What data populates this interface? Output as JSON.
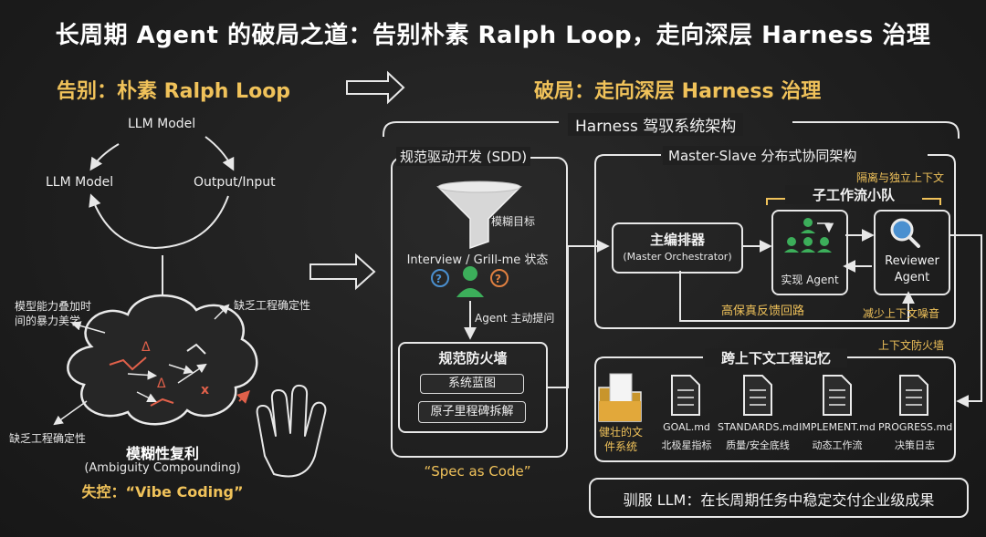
{
  "title": "长周期 Agent 的破局之道：告别朴素 Ralph Loop，走向深层 Harness 治理",
  "left": {
    "heading": "告别：朴素 Ralph Loop",
    "loop_top": "LLM Model",
    "loop_left": "LLM Model",
    "loop_right": "Output/Input",
    "note_left_top": "模型能力叠加时\n间的暴力美学",
    "note_right_top": "缺乏工程确定性",
    "note_left_bottom": "缺乏工程确定性",
    "cloud_title": "模糊性复利",
    "cloud_subtitle": "(Ambiguity Compounding)",
    "cloud_footer": "失控：“Vibe Coding”"
  },
  "right": {
    "heading": "破局：走向深层 Harness 治理",
    "frame_title": "Harness 驾驭系统架构",
    "sdd": {
      "title": "规范驱动开发 (SDD)",
      "funnel_label": "模糊目标",
      "interview": "Interview / Grill-me 状态",
      "ask": "Agent 主动提问",
      "firewall_title": "规范防火墙",
      "chip1": "系统蓝图",
      "chip2": "原子里程碑拆解",
      "footer": "“Spec as Code”"
    },
    "ms": {
      "title": "Master-Slave 分布式协同架构",
      "isolation": "隔离与独立上下文",
      "team": "子工作流小队",
      "orchestrator": "主编排器",
      "orchestrator_en": "(Master Orchestrator)",
      "impl": "实现 Agent",
      "reviewer": "Reviewer\nAgent",
      "feedback": "高保真反馈回路",
      "noise": "减少上下文噪音",
      "firewall": "上下文防火墙"
    },
    "memory": {
      "title": "跨上下文工程记忆",
      "folder_label": "健壮的文\n件系统",
      "files": [
        {
          "name": "GOAL.md",
          "desc": "北极星指标"
        },
        {
          "name": "STANDARDS.md",
          "desc": "质量/安全底线"
        },
        {
          "name": "IMPLEMENT.md",
          "desc": "动态工作流"
        },
        {
          "name": "PROGRESS.md",
          "desc": "决策日志"
        }
      ]
    },
    "conclusion": "驯服 LLM：在长周期任务中稳定交付企业级成果"
  },
  "colors": {
    "background": "#202020",
    "accent": "#f0c25a",
    "line": "#e8e8e8",
    "green": "#3cae5a",
    "blue": "#4a90d0",
    "red": "#e0604a"
  }
}
